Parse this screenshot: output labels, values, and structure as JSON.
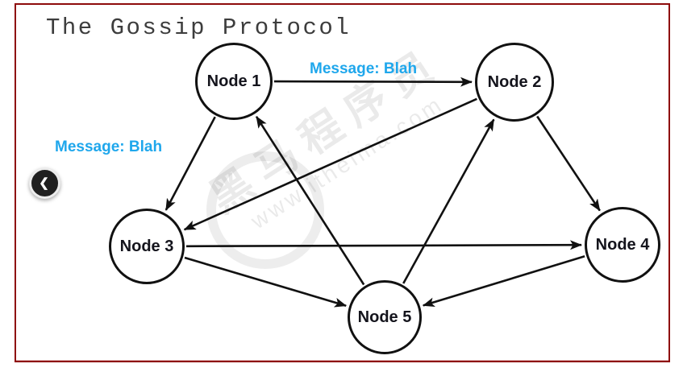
{
  "header": {
    "title": "The Gossip Protocol"
  },
  "colors": {
    "frame_border": "#8e0b0b",
    "message_text": "#1fa7ec",
    "node_stroke": "#111111",
    "node_fill": "#ffffff",
    "title_text": "#3d3d3d"
  },
  "diagram": {
    "nodes": [
      {
        "id": "node1",
        "label": "Node 1"
      },
      {
        "id": "node2",
        "label": "Node 2"
      },
      {
        "id": "node3",
        "label": "Node 3"
      },
      {
        "id": "node4",
        "label": "Node 4"
      },
      {
        "id": "node5",
        "label": "Node 5"
      }
    ],
    "edges": [
      {
        "from": "node1",
        "to": "node2",
        "label": "Message: Blah"
      },
      {
        "from": "node1",
        "to": "node3"
      },
      {
        "from": "node2",
        "to": "node3"
      },
      {
        "from": "node2",
        "to": "node4"
      },
      {
        "from": "node3",
        "to": "node4"
      },
      {
        "from": "node3",
        "to": "node5"
      },
      {
        "from": "node4",
        "to": "node5"
      },
      {
        "from": "node5",
        "to": "node1"
      },
      {
        "from": "node5",
        "to": "node2"
      }
    ],
    "message_labels": [
      {
        "text": "Message: Blah",
        "position": "top"
      },
      {
        "text": "Message: Blah",
        "position": "left"
      }
    ]
  },
  "watermark": {
    "line1": "黑马程序员",
    "line2": "www.itheima.com"
  },
  "nav": {
    "back_glyph": "❮"
  }
}
